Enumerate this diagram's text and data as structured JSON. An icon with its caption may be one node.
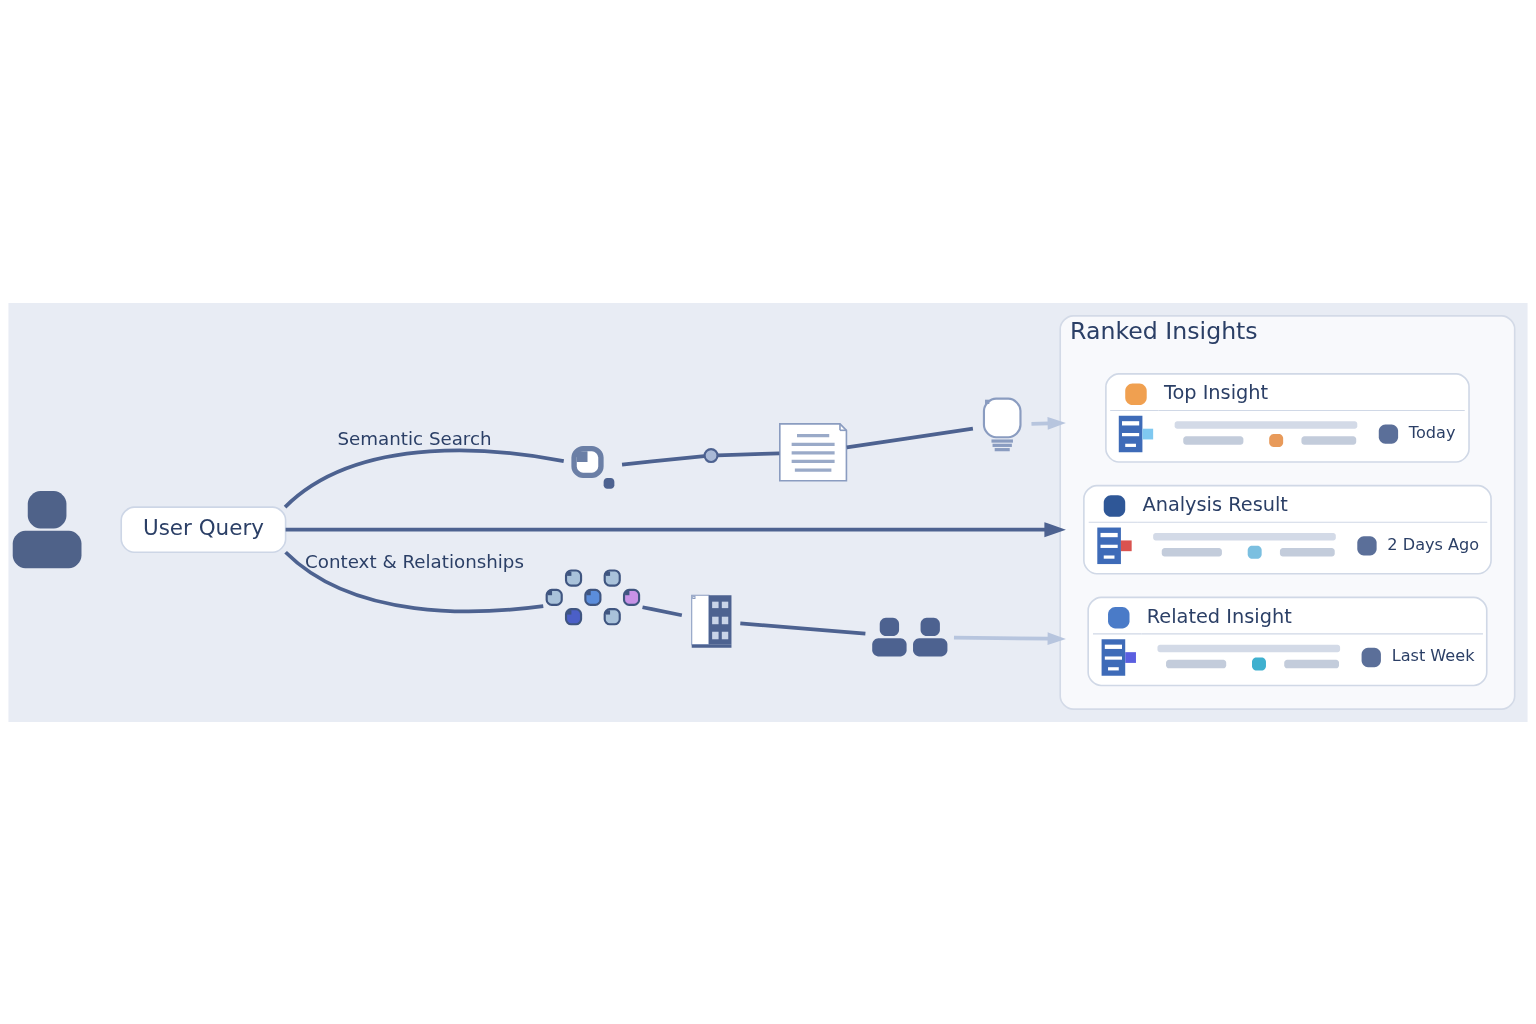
{
  "diagram": {
    "nodes": [
      {
        "text": [],
        "shape": "person"
      },
      {
        "text": [
          "User Query"
        ]
      },
      {
        "text": [],
        "shape": "picture"
      },
      {
        "text": [],
        "shape": "circle"
      },
      {
        "text": [],
        "shape": "picture"
      },
      {
        "text": [],
        "shape": "picture"
      },
      {
        "text": [],
        "shape": "picture"
      },
      {
        "text": [],
        "shape": "picture"
      },
      {
        "text": [],
        "shape": "picture"
      },
      {
        "text": [
          "Ranked Insights"
        ]
      },
      {
        "text": [
          "Top Insight",
          "Today"
        ],
        "in": 9
      },
      {
        "text": [
          "Analysis Result",
          "2 Days Ago"
        ],
        "in": 9
      },
      {
        "text": [
          "Related Insight",
          "Last Week"
        ],
        "in": 9
      }
    ],
    "edges": [
      {
        "from": 1,
        "to": 2,
        "arrow": "none",
        "label": "Semantic Search"
      },
      {
        "from": 2,
        "to": 3,
        "arrow": "none"
      },
      {
        "from": 3,
        "to": 4,
        "arrow": "none"
      },
      {
        "from": 4,
        "to": 5,
        "arrow": "none"
      },
      {
        "from": 5,
        "to": 9,
        "arrow": "to",
        "color": "#b7c5de"
      },
      {
        "from": 1,
        "to": 9,
        "arrow": "to"
      },
      {
        "from": 1,
        "to": 6,
        "arrow": "none",
        "label": "Context & Relationships"
      },
      {
        "from": 6,
        "to": 7,
        "arrow": "none"
      },
      {
        "from": 7,
        "to": 8,
        "arrow": "none"
      },
      {
        "from": 8,
        "to": 9,
        "arrow": "to",
        "color": "#b7c5de"
      }
    ]
  }
}
